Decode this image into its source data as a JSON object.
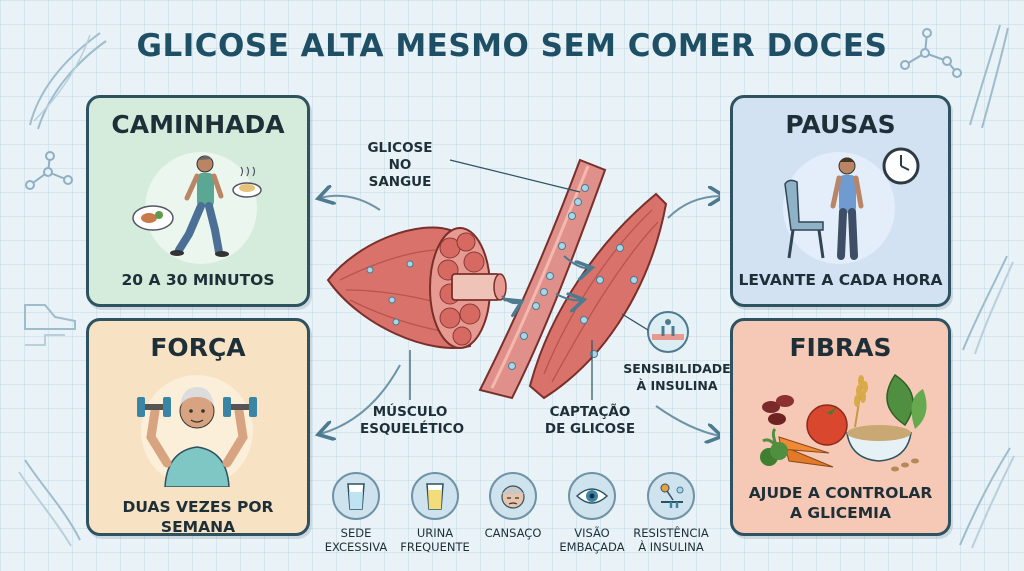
{
  "title": "GLICOSE ALTA MESMO SEM COMER DOCES",
  "cards": {
    "walk": {
      "title": "CAMINHADA",
      "caption": "20 A 30 MINUTOS"
    },
    "pause": {
      "title": "PAUSAS",
      "caption": "LEVANTE A CADA HORA"
    },
    "strength": {
      "title": "FORÇA",
      "caption": "DUAS VEZES POR SEMANA"
    },
    "fiber": {
      "title": "FIBRAS",
      "caption_line1": "AJUDE A CONTROLAR",
      "caption_line2": "A GLICEMIA"
    }
  },
  "labels": {
    "blood_glucose_1": "GLICOSE",
    "blood_glucose_2": "NO SANGUE",
    "muscle_1": "MÚSCULO",
    "muscle_2": "ESQUELÉTICO",
    "uptake_1": "CAPTAÇÃO",
    "uptake_2": "DE GLICOSE",
    "sensitivity_1": "SENSIBILIDADE",
    "sensitivity_2": "À INSULINA"
  },
  "symptoms": [
    {
      "line1": "SEDE",
      "line2": "EXCESSIVA",
      "icon": "water-glass-icon"
    },
    {
      "line1": "URINA",
      "line2": "FREQUENTE",
      "icon": "urine-glass-icon"
    },
    {
      "line1": "CANSAÇO",
      "line2": "",
      "icon": "tired-face-icon"
    },
    {
      "line1": "VISÃO",
      "line2": "EMBAÇADA",
      "icon": "eye-icon"
    },
    {
      "line1": "RESISTÊNCIA",
      "line2": "À INSULINA",
      "icon": "insulin-receptor-icon"
    }
  ],
  "colors": {
    "title": "#1f4f64",
    "walk_bg": "#d5ecdc",
    "pause_bg": "#d2e2f2",
    "strength_bg": "#f7e3c4",
    "fiber_bg": "#f5c9b6",
    "muscle": "#d9726b",
    "vessel": "#e0908a",
    "glucose_dot": "#a9d7e6"
  }
}
